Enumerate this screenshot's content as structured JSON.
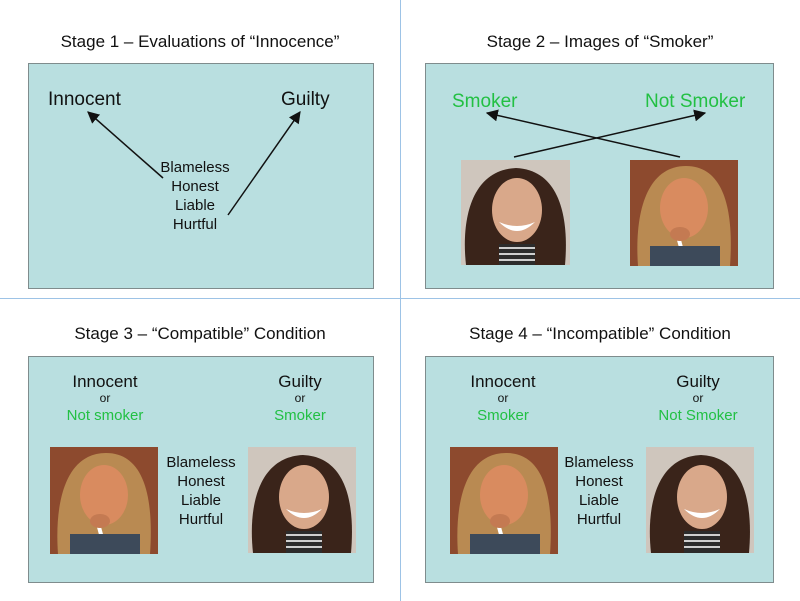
{
  "stage1": {
    "title": "Stage 1 – Evaluations of “Innocence”",
    "left_label": "Innocent",
    "right_label": "Guilty",
    "words": [
      "Blameless",
      "Honest",
      "Liable",
      "Hurtful"
    ]
  },
  "stage2": {
    "title": "Stage 2 – Images of “Smoker”",
    "left_label": "Smoker",
    "right_label": "Not Smoker"
  },
  "stage3": {
    "title": "Stage 3 – “Compatible” Condition",
    "left_main": "Innocent",
    "left_or": "or",
    "left_alt": "Not smoker",
    "right_main": "Guilty",
    "right_or": "or",
    "right_alt": "Smoker",
    "words": [
      "Blameless",
      "Honest",
      "Liable",
      "Hurtful"
    ]
  },
  "stage4": {
    "title": "Stage 4 – “Incompatible” Condition",
    "left_main": "Innocent",
    "left_or": "or",
    "left_alt": "Smoker",
    "right_main": "Guilty",
    "right_or": "or",
    "right_alt": "Not Smoker",
    "words": [
      "Blameless",
      "Honest",
      "Liable",
      "Hurtful"
    ]
  },
  "colors": {
    "panel": "#b9dfe0",
    "accent_green": "#22c043",
    "divider": "#9dc3e6"
  }
}
